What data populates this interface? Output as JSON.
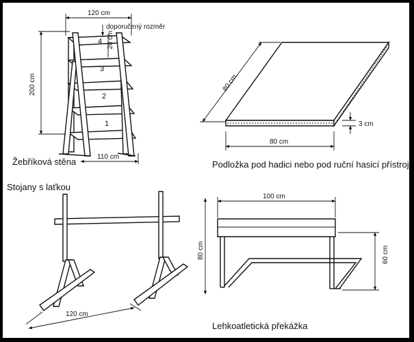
{
  "ladder_wall": {
    "caption": "Žebříková stěna",
    "dim_width_top": "120 cm",
    "dim_recommended": "doporučený rozměr",
    "dim_spacing": "20 cm",
    "dim_height": "200 cm",
    "dim_base": "110 cm",
    "rung_numbers": [
      "4",
      "3",
      "2",
      "1"
    ]
  },
  "mat": {
    "caption": "Podložka pod hadici nebo pod ruční hasicí přístroj",
    "dim_length": "80 cm",
    "dim_width": "80 cm",
    "dim_thickness": "3 cm"
  },
  "stands": {
    "caption": "Stojany s laťkou",
    "dim_spacing": "120 cm"
  },
  "hurdle": {
    "caption": "Lehkoatletická překážka",
    "dim_width": "100 cm",
    "dim_height_left": "80 cm",
    "dim_height_right": "60 cm"
  }
}
